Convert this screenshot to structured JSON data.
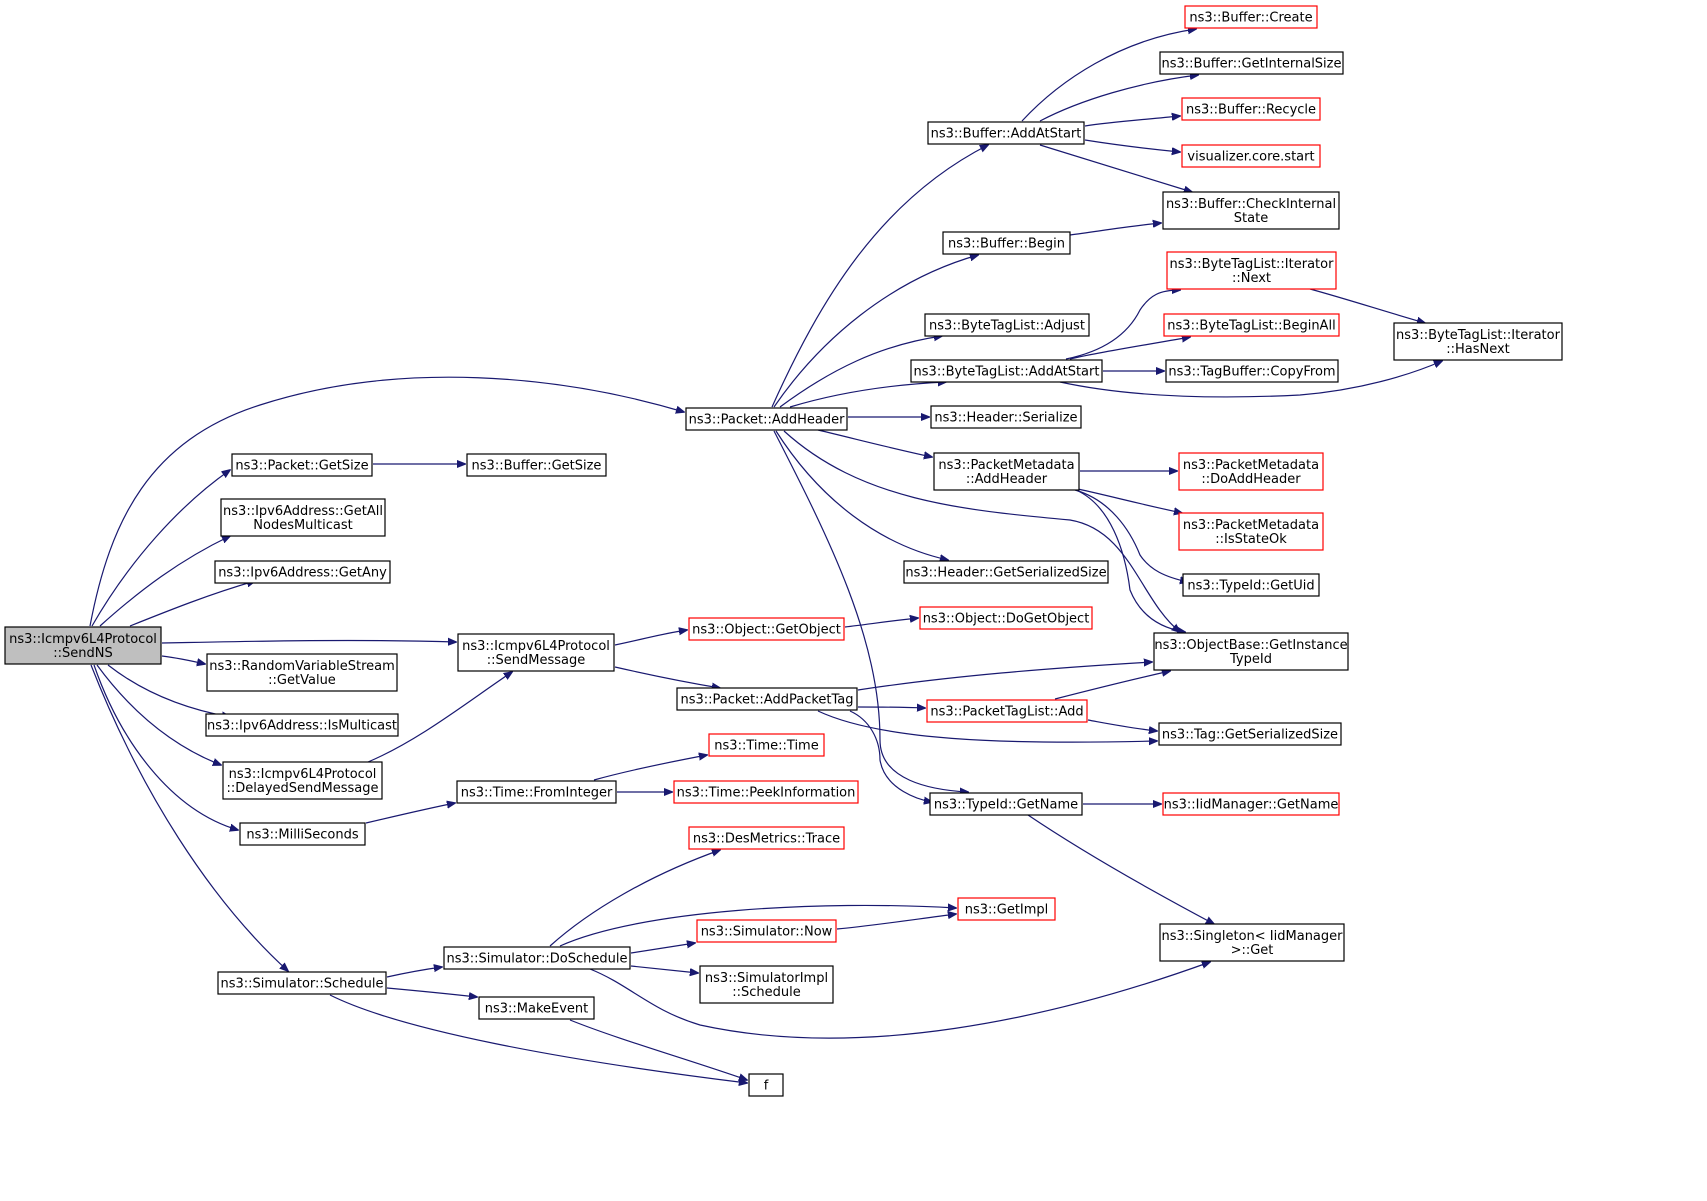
{
  "graph": {
    "nodes": [
      {
        "id": "root",
        "lines": [
          "ns3::Icmpv6L4Protocol",
          "::SendNS"
        ],
        "style": "root"
      },
      {
        "id": "pkt_addheader",
        "lines": [
          "ns3::Packet::AddHeader"
        ],
        "style": "normal"
      },
      {
        "id": "pkt_getsize",
        "lines": [
          "ns3::Packet::GetSize"
        ],
        "style": "normal"
      },
      {
        "id": "buf_getsize",
        "lines": [
          "ns3::Buffer::GetSize"
        ],
        "style": "normal"
      },
      {
        "id": "ipv6_allnodes",
        "lines": [
          "ns3::Ipv6Address::GetAll",
          "NodesMulticast"
        ],
        "style": "normal"
      },
      {
        "id": "ipv6_getany",
        "lines": [
          "ns3::Ipv6Address::GetAny"
        ],
        "style": "normal"
      },
      {
        "id": "icmp_sendmsg",
        "lines": [
          "ns3::Icmpv6L4Protocol",
          "::SendMessage"
        ],
        "style": "normal"
      },
      {
        "id": "rvs_getvalue",
        "lines": [
          "ns3::RandomVariableStream",
          "::GetValue"
        ],
        "style": "normal"
      },
      {
        "id": "ipv6_ismulticast",
        "lines": [
          "ns3::Ipv6Address::IsMulticast"
        ],
        "style": "normal"
      },
      {
        "id": "icmp_delayed",
        "lines": [
          "ns3::Icmpv6L4Protocol",
          "::DelayedSendMessage"
        ],
        "style": "normal"
      },
      {
        "id": "milliseconds",
        "lines": [
          "ns3::MilliSeconds"
        ],
        "style": "normal"
      },
      {
        "id": "sim_schedule",
        "lines": [
          "ns3::Simulator::Schedule"
        ],
        "style": "normal"
      },
      {
        "id": "buf_create",
        "lines": [
          "ns3::Buffer::Create"
        ],
        "style": "red"
      },
      {
        "id": "buf_internalsize",
        "lines": [
          "ns3::Buffer::GetInternalSize"
        ],
        "style": "normal"
      },
      {
        "id": "buf_recycle",
        "lines": [
          "ns3::Buffer::Recycle"
        ],
        "style": "red"
      },
      {
        "id": "vis_start",
        "lines": [
          "visualizer.core.start"
        ],
        "style": "red"
      },
      {
        "id": "buf_checkinternal",
        "lines": [
          "ns3::Buffer::CheckInternal",
          "State"
        ],
        "style": "normal"
      },
      {
        "id": "buf_addatstart",
        "lines": [
          "ns3::Buffer::AddAtStart"
        ],
        "style": "normal"
      },
      {
        "id": "buf_begin",
        "lines": [
          "ns3::Buffer::Begin"
        ],
        "style": "normal"
      },
      {
        "id": "btl_iter_next",
        "lines": [
          "ns3::ByteTagList::Iterator",
          "::Next"
        ],
        "style": "red"
      },
      {
        "id": "btl_beginall",
        "lines": [
          "ns3::ByteTagList::BeginAll"
        ],
        "style": "red"
      },
      {
        "id": "btl_iter_hasnext",
        "lines": [
          "ns3::ByteTagList::Iterator",
          "::HasNext"
        ],
        "style": "normal"
      },
      {
        "id": "btl_adjust",
        "lines": [
          "ns3::ByteTagList::Adjust"
        ],
        "style": "normal"
      },
      {
        "id": "btl_addatstart",
        "lines": [
          "ns3::ByteTagList::AddAtStart"
        ],
        "style": "normal"
      },
      {
        "id": "tagbuf_copyfrom",
        "lines": [
          "ns3::TagBuffer::CopyFrom"
        ],
        "style": "normal"
      },
      {
        "id": "hdr_serialize",
        "lines": [
          "ns3::Header::Serialize"
        ],
        "style": "normal"
      },
      {
        "id": "pm_addheader",
        "lines": [
          "ns3::PacketMetadata",
          "::AddHeader"
        ],
        "style": "normal"
      },
      {
        "id": "pm_doaddheader",
        "lines": [
          "ns3::PacketMetadata",
          "::DoAddHeader"
        ],
        "style": "red"
      },
      {
        "id": "pm_isstateok",
        "lines": [
          "ns3::PacketMetadata",
          "::IsStateOk"
        ],
        "style": "red"
      },
      {
        "id": "typeid_getuid",
        "lines": [
          "ns3::TypeId::GetUid"
        ],
        "style": "normal"
      },
      {
        "id": "hdr_getsersize",
        "lines": [
          "ns3::Header::GetSerializedSize"
        ],
        "style": "normal"
      },
      {
        "id": "objbase_getinst",
        "lines": [
          "ns3::ObjectBase::GetInstance",
          "TypeId"
        ],
        "style": "normal"
      },
      {
        "id": "obj_getobject",
        "lines": [
          "ns3::Object::GetObject"
        ],
        "style": "red"
      },
      {
        "id": "obj_dogetobject",
        "lines": [
          "ns3::Object::DoGetObject"
        ],
        "style": "red"
      },
      {
        "id": "pkt_addpackettag",
        "lines": [
          "ns3::Packet::AddPacketTag"
        ],
        "style": "normal"
      },
      {
        "id": "ptl_add",
        "lines": [
          "ns3::PacketTagList::Add"
        ],
        "style": "red"
      },
      {
        "id": "tag_getsersize",
        "lines": [
          "ns3::Tag::GetSerializedSize"
        ],
        "style": "normal"
      },
      {
        "id": "time_time",
        "lines": [
          "ns3::Time::Time"
        ],
        "style": "red"
      },
      {
        "id": "time_frominteger",
        "lines": [
          "ns3::Time::FromInteger"
        ],
        "style": "normal"
      },
      {
        "id": "time_peekinfo",
        "lines": [
          "ns3::Time::PeekInformation"
        ],
        "style": "red"
      },
      {
        "id": "typeid_getname",
        "lines": [
          "ns3::TypeId::GetName"
        ],
        "style": "normal"
      },
      {
        "id": "iid_getname",
        "lines": [
          "ns3::IidManager::GetName"
        ],
        "style": "red"
      },
      {
        "id": "desmetrics_trace",
        "lines": [
          "ns3::DesMetrics::Trace"
        ],
        "style": "red"
      },
      {
        "id": "getimpl",
        "lines": [
          "ns3::GetImpl"
        ],
        "style": "red"
      },
      {
        "id": "sim_now",
        "lines": [
          "ns3::Simulator::Now"
        ],
        "style": "red"
      },
      {
        "id": "sim_doschedule",
        "lines": [
          "ns3::Simulator::DoSchedule"
        ],
        "style": "normal"
      },
      {
        "id": "singleton_get",
        "lines": [
          "ns3::Singleton< IidManager",
          ">::Get"
        ],
        "style": "normal"
      },
      {
        "id": "simimpl_schedule",
        "lines": [
          "ns3::SimulatorImpl",
          "::Schedule"
        ],
        "style": "normal"
      },
      {
        "id": "makeevent",
        "lines": [
          "ns3::MakeEvent"
        ],
        "style": "normal"
      },
      {
        "id": "f",
        "lines": [
          "f"
        ],
        "style": "normal"
      }
    ],
    "edges": [
      [
        "root",
        "pkt_addheader"
      ],
      [
        "root",
        "pkt_getsize"
      ],
      [
        "root",
        "ipv6_allnodes"
      ],
      [
        "root",
        "ipv6_getany"
      ],
      [
        "root",
        "icmp_sendmsg"
      ],
      [
        "root",
        "rvs_getvalue"
      ],
      [
        "root",
        "ipv6_ismulticast"
      ],
      [
        "root",
        "icmp_delayed"
      ],
      [
        "root",
        "milliseconds"
      ],
      [
        "root",
        "sim_schedule"
      ],
      [
        "pkt_getsize",
        "buf_getsize"
      ],
      [
        "pkt_addheader",
        "buf_addatstart"
      ],
      [
        "pkt_addheader",
        "buf_begin"
      ],
      [
        "pkt_addheader",
        "btl_adjust"
      ],
      [
        "pkt_addheader",
        "btl_addatstart"
      ],
      [
        "pkt_addheader",
        "hdr_serialize"
      ],
      [
        "pkt_addheader",
        "pm_addheader"
      ],
      [
        "pkt_addheader",
        "hdr_getsersize"
      ],
      [
        "pkt_addheader",
        "objbase_getinst"
      ],
      [
        "pkt_addheader",
        "typeid_getname"
      ],
      [
        "buf_addatstart",
        "buf_create"
      ],
      [
        "buf_addatstart",
        "buf_internalsize"
      ],
      [
        "buf_addatstart",
        "buf_recycle"
      ],
      [
        "buf_addatstart",
        "vis_start"
      ],
      [
        "buf_addatstart",
        "buf_checkinternal"
      ],
      [
        "buf_begin",
        "buf_checkinternal"
      ],
      [
        "btl_addatstart",
        "btl_iter_next"
      ],
      [
        "btl_addatstart",
        "btl_beginall"
      ],
      [
        "btl_addatstart",
        "tagbuf_copyfrom"
      ],
      [
        "btl_addatstart",
        "btl_iter_hasnext"
      ],
      [
        "btl_iter_next",
        "btl_iter_hasnext"
      ],
      [
        "pm_addheader",
        "pm_doaddheader"
      ],
      [
        "pm_addheader",
        "pm_isstateok"
      ],
      [
        "pm_addheader",
        "typeid_getuid"
      ],
      [
        "pm_addheader",
        "objbase_getinst"
      ],
      [
        "icmp_sendmsg",
        "obj_getobject"
      ],
      [
        "icmp_sendmsg",
        "pkt_addpackettag"
      ],
      [
        "obj_getobject",
        "obj_dogetobject"
      ],
      [
        "pkt_addpackettag",
        "objbase_getinst"
      ],
      [
        "pkt_addpackettag",
        "ptl_add"
      ],
      [
        "pkt_addpackettag",
        "tag_getsersize"
      ],
      [
        "pkt_addpackettag",
        "typeid_getname"
      ],
      [
        "ptl_add",
        "objbase_getinst"
      ],
      [
        "ptl_add",
        "tag_getsersize"
      ],
      [
        "icmp_delayed",
        "icmp_sendmsg"
      ],
      [
        "milliseconds",
        "time_frominteger"
      ],
      [
        "time_frominteger",
        "time_time"
      ],
      [
        "time_frominteger",
        "time_peekinfo"
      ],
      [
        "typeid_getname",
        "iid_getname"
      ],
      [
        "typeid_getname",
        "singleton_get"
      ],
      [
        "sim_schedule",
        "sim_doschedule"
      ],
      [
        "sim_schedule",
        "makeevent"
      ],
      [
        "sim_schedule",
        "f"
      ],
      [
        "sim_doschedule",
        "desmetrics_trace"
      ],
      [
        "sim_doschedule",
        "getimpl"
      ],
      [
        "sim_doschedule",
        "sim_now"
      ],
      [
        "sim_doschedule",
        "simimpl_schedule"
      ],
      [
        "sim_doschedule",
        "singleton_get"
      ],
      [
        "sim_now",
        "getimpl"
      ],
      [
        "makeevent",
        "f"
      ]
    ]
  }
}
